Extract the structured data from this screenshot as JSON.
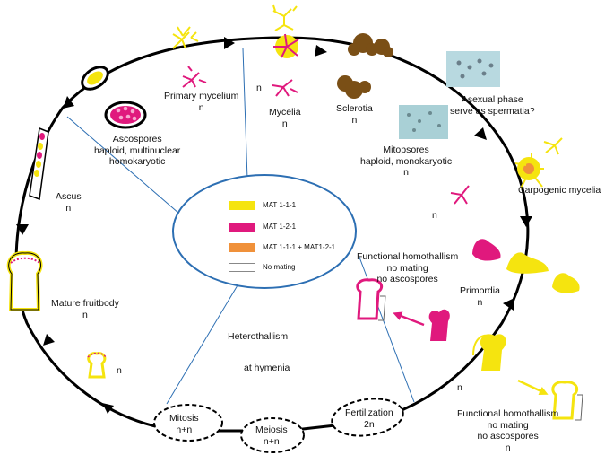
{
  "diagram": {
    "legend": [
      {
        "label": "MAT 1-1-1",
        "color": "#f5e40f"
      },
      {
        "label": "MAT 1-2-1",
        "color": "#e0197d"
      },
      {
        "label": "MAT 1-1-1 + MAT1-2-1",
        "color": "#f0913a"
      },
      {
        "label": "No mating",
        "color": "#ffffff"
      }
    ],
    "center": {
      "heterothallism": "Heterothallism",
      "hymenia": "at hymenia"
    },
    "stages": {
      "primary_mycelium": {
        "name": "Primary mycelium",
        "ploidy": "n"
      },
      "mycelia_side": "n",
      "mycelia": {
        "name": "Mycelia",
        "ploidy": "n"
      },
      "sclerotia": {
        "name": "Sclerotia",
        "ploidy": "n"
      },
      "asexual": {
        "line1": "Asexual phase",
        "line2": "serve as spermatia?"
      },
      "mitospores": {
        "line1": "Mitopsores",
        "line2": "haploid, monokaryotic",
        "ploidy": "n"
      },
      "carpogenic": {
        "name": "Carpogenic mycelia"
      },
      "carpogenic_ploidy": "n",
      "ascospores": {
        "line1": "Ascospores",
        "line2": "haploid, multinuclear",
        "line3": "homokaryotic"
      },
      "ascus": {
        "name": "Ascus",
        "ploidy": "n"
      },
      "func_homo_upper": {
        "line1": "Functional homothallism",
        "line2": "no mating",
        "line3": "no ascospores"
      },
      "primordia": {
        "name": "Primordia",
        "ploidy": "n"
      },
      "mature": {
        "name": "Mature fruitbody",
        "ploidy": "n"
      },
      "young_fb_ploidy": "n",
      "right_low_ploidy": "n",
      "func_homo_lower": {
        "line1": "Functional homothallism",
        "line2": "no mating",
        "line3": "no ascospores",
        "ploidy": "n"
      }
    },
    "nuclear_phases": {
      "mitosis": {
        "name": "Mitosis",
        "ploidy": "n+n"
      },
      "meiosis": {
        "name": "Meiosis",
        "ploidy": "n+n"
      },
      "fertilization": {
        "name": "Fertilization",
        "ploidy": "2n"
      }
    }
  }
}
